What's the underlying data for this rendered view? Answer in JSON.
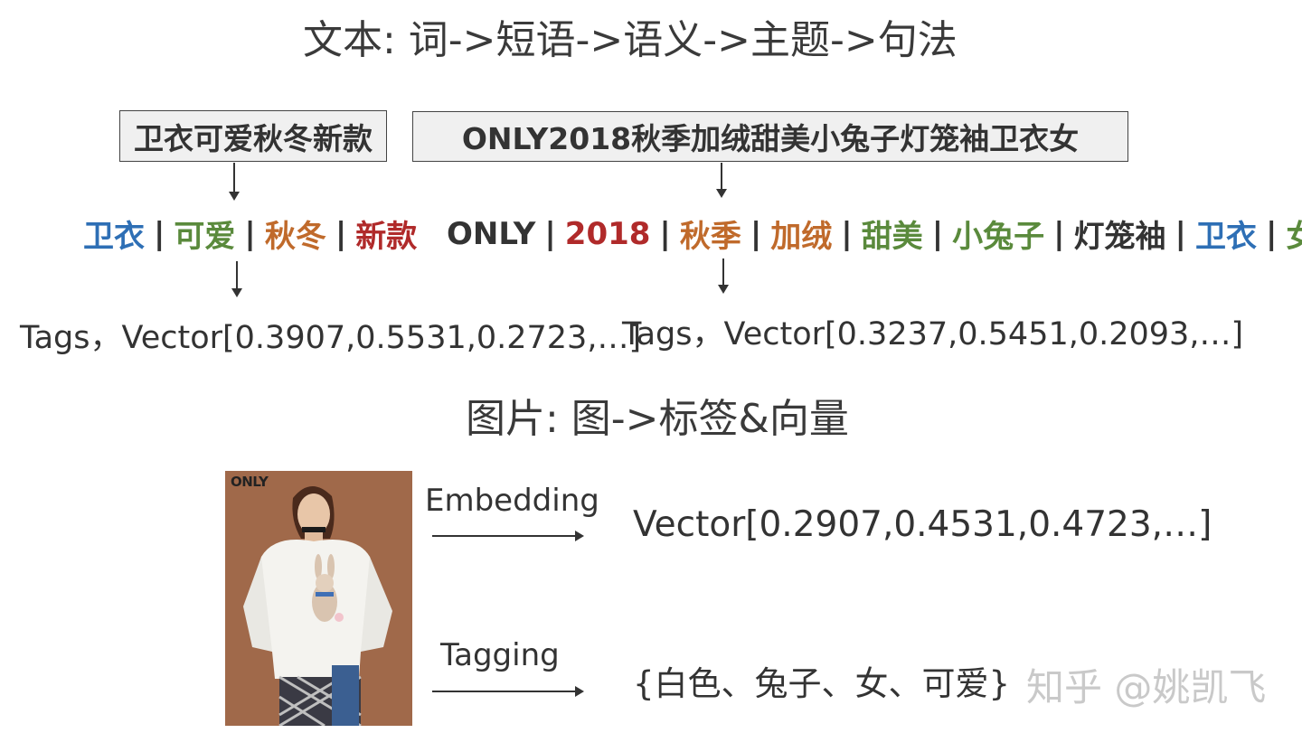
{
  "text_section": {
    "title": "文本: 词->短语->语义->主题->句法",
    "example1": {
      "box": "卫衣可爱秋冬新款",
      "tokens": [
        {
          "text": "卫衣",
          "color": "#2e6fb5"
        },
        {
          "text": "可爱",
          "color": "#5a8a3c"
        },
        {
          "text": "秋冬",
          "color": "#c06a2b"
        },
        {
          "text": "新款",
          "color": "#b02a2a"
        }
      ],
      "vector": "Tags，Vector[0.3907,0.5531,0.2723,…]"
    },
    "example2": {
      "box": "ONLY2018秋季加绒甜美小兔子灯笼袖卫衣女",
      "tokens": [
        {
          "text": "ONLY",
          "color": "#333333"
        },
        {
          "text": "2018",
          "color": "#b02a2a"
        },
        {
          "text": "秋季",
          "color": "#c06a2b"
        },
        {
          "text": "加绒",
          "color": "#c06a2b"
        },
        {
          "text": "甜美",
          "color": "#5a8a3c"
        },
        {
          "text": "小兔子",
          "color": "#5a8a3c"
        },
        {
          "text": "灯笼袖",
          "color": "#333333"
        },
        {
          "text": "卫衣",
          "color": "#2e6fb5"
        },
        {
          "text": "女",
          "color": "#5a8a3c"
        }
      ],
      "vector": "Tags，Vector[0.3237,0.5451,0.2093,…]"
    },
    "separator": "|"
  },
  "image_section": {
    "title": "图片: 图->标签&向量",
    "photo_logo": "ONLY",
    "embedding_label": "Embedding",
    "embedding_output": "Vector[0.2907,0.4531,0.4723,…]",
    "tagging_label": "Tagging",
    "tagging_output": "{白色、兔子、女、可爱}"
  },
  "watermark": "知乎 @姚凯飞"
}
